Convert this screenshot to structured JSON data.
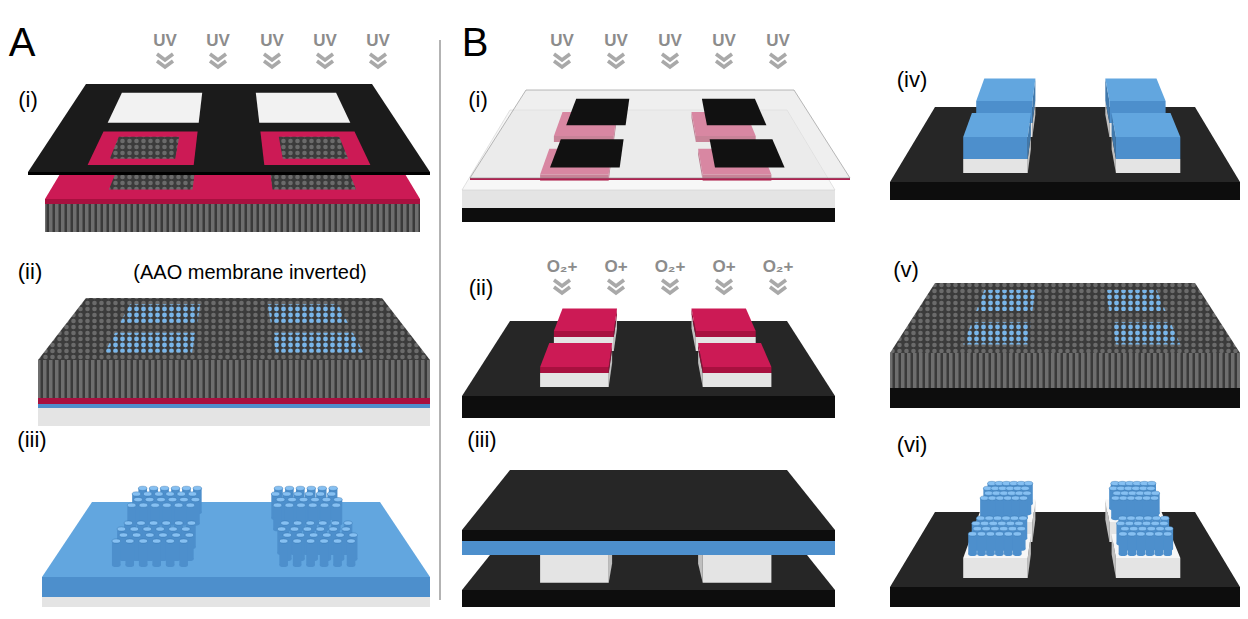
{
  "diagram": {
    "labels": [
      "A",
      "UV",
      "UV",
      "UV",
      "UV",
      "UV",
      "(i)",
      "(ii)",
      "(AAO membrane inverted)",
      "(iii)",
      "B",
      "UV",
      "UV",
      "UV",
      "UV",
      "UV",
      "(i)",
      "O₂+",
      "O+",
      "O₂+",
      "O+",
      "O₂+",
      "(ii)",
      "(iii)",
      "(iv)",
      "(v)",
      "(vi)"
    ]
  }
}
